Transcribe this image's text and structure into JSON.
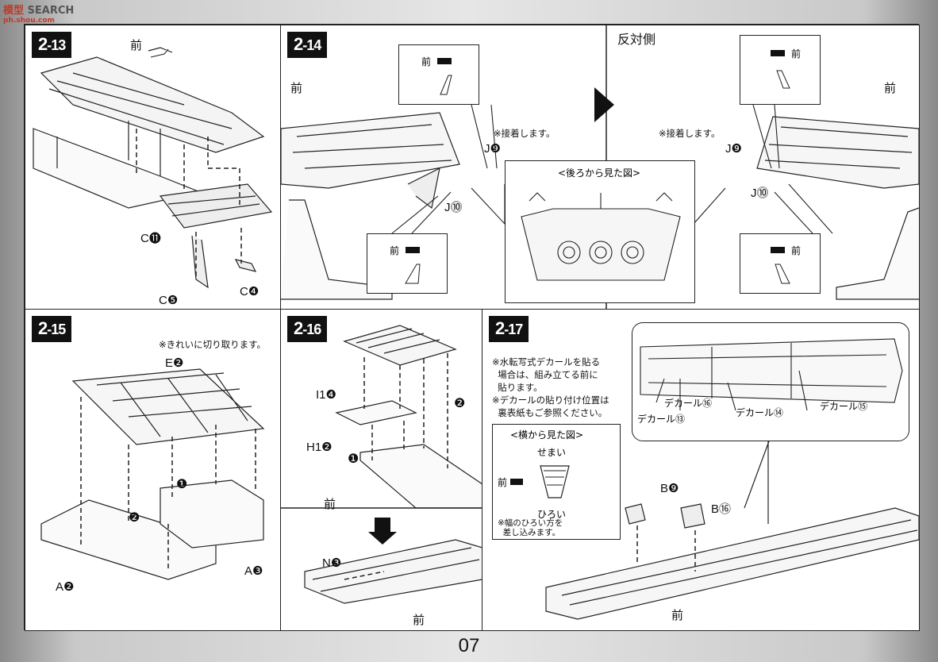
{
  "watermark": {
    "brand": "模型",
    "text": "SEARCH",
    "sub": "ph.shou.com"
  },
  "page_number": "07",
  "common": {
    "front": "前"
  },
  "p213": {
    "step": "2",
    "num": "-13",
    "parts": [
      "C⓫",
      "C❹",
      "C❺"
    ]
  },
  "p214": {
    "step": "2",
    "num": "-14",
    "opposite_side": "反対側",
    "glue_note": "※接着します。",
    "rear_view": "<後ろから見た図>",
    "parts": [
      "J❾",
      "J⓾"
    ]
  },
  "p215": {
    "step": "2",
    "num": "-15",
    "note": "※きれいに切り取ります。",
    "parts": [
      "E❷",
      "A❷",
      "A❸"
    ],
    "order": [
      "❶",
      "❷"
    ]
  },
  "p216": {
    "step": "2",
    "num": "-16",
    "parts": [
      "I1❹",
      "H1❷",
      "N❸"
    ],
    "order": [
      "❶",
      "❷"
    ]
  },
  "p217": {
    "step": "2",
    "num": "-17",
    "note": "※水転写式デカールを貼る\n  場合は、組み立てる前に\n  貼ります。\n※デカールの貼り付け位置は\n  裏表紙もご参照ください。",
    "side_view": "<横から見た図>",
    "narrow": "せまい",
    "wide": "ひろい",
    "insert_note": "※幅のひろい方を\n  差し込みます。",
    "decals": [
      "デカール⑯",
      "デカール⑬",
      "デカール⑭",
      "デカール⑮"
    ],
    "parts": [
      "B❾",
      "B⑯"
    ]
  },
  "colors": {
    "ink": "#111111",
    "frame": "#222222"
  }
}
